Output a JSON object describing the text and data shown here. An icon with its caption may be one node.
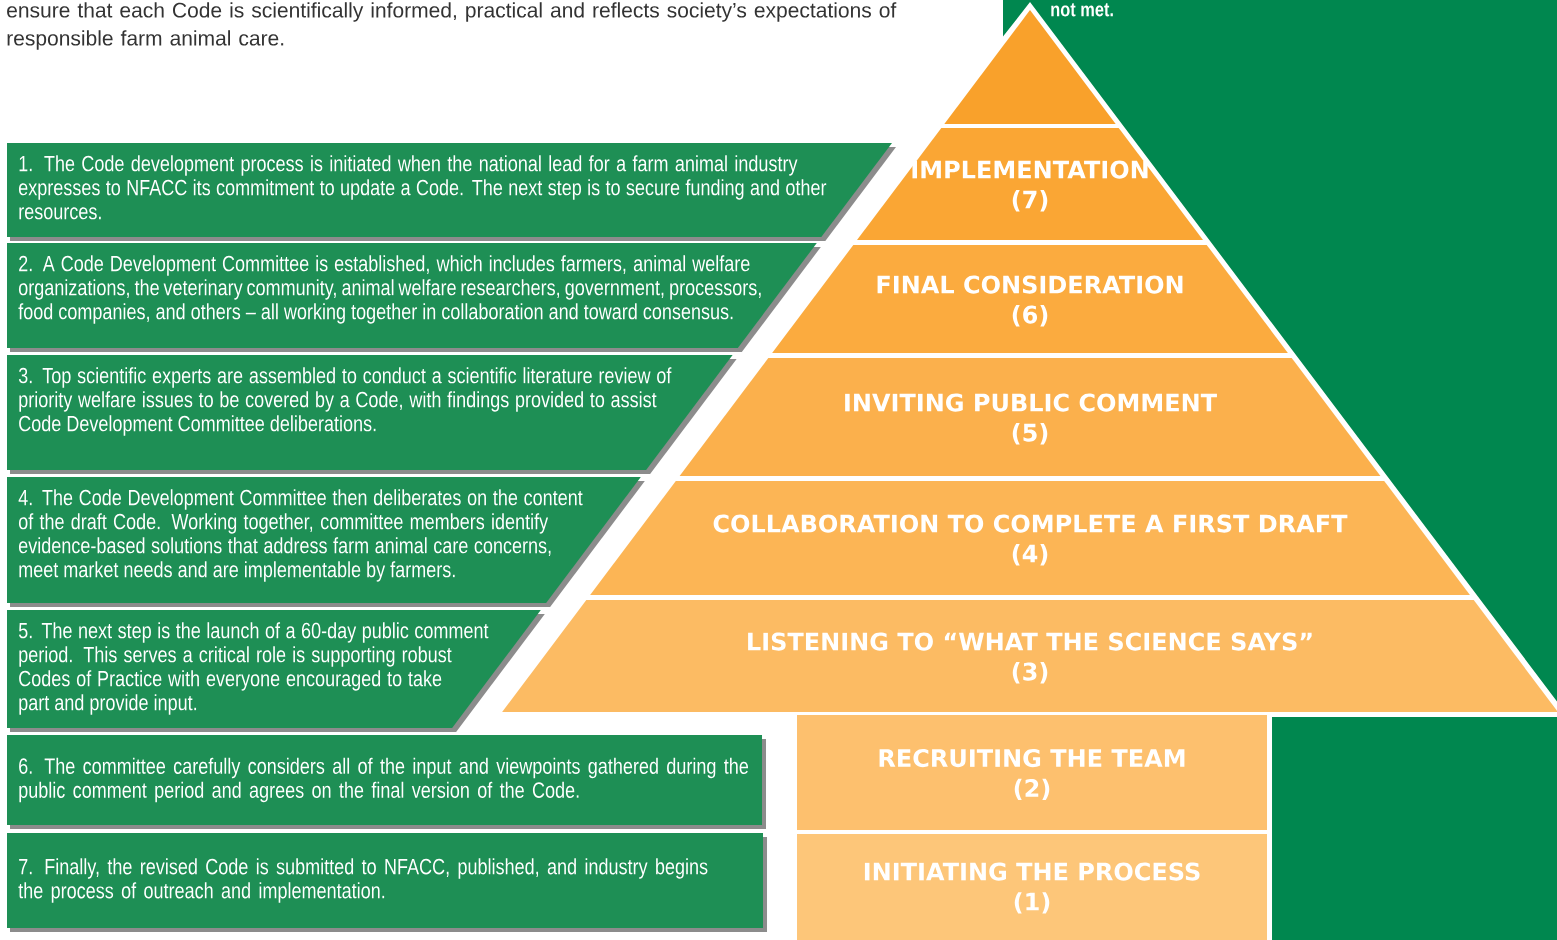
{
  "diagram": {
    "nodes": [
      {
        "text": [
          "not met."
        ]
      },
      {
        "text": [],
        "shape": "triangle"
      },
      {
        "text": [
          "IMPLEMENTATION",
          "(7)"
        ]
      },
      {
        "text": [
          "FINAL CONSIDERATION",
          "(6)"
        ]
      },
      {
        "text": [
          "INVITING PUBLIC COMMENT",
          "(5)"
        ]
      },
      {
        "text": [
          "COLLABORATION TO COMPLETE A FIRST DRAFT",
          "(4)"
        ]
      },
      {
        "text": [
          "LISTENING TO “WHAT THE SCIENCE SAYS”",
          "(3)"
        ]
      },
      {
        "text": [
          "RECRUITING THE TEAM",
          "(2)"
        ]
      },
      {
        "text": [
          "INITIATING THE PROCESS",
          "(1)"
        ]
      },
      {
        "text": [
          "1. The Code development process is initiated when the national lead for a farm animal industry expresses to NFACC its commitment to update a Code. The next step is to secure funding and other resources."
        ]
      },
      {
        "text": [
          "2. A Code Development Committee is established, which includes farmers, animal welfare organizations, the veterinary community, animal welfare researchers, government, processors, food companies, and others – all working together in collaboration and toward consensus."
        ]
      },
      {
        "text": [
          "3. Top scientific experts are assembled to conduct a scientific literature review of priority welfare issues to be covered by a Code, with findings provided to assist Code Development Committee deliberations."
        ]
      },
      {
        "text": [
          "4. The Code Development Committee then deliberates on the content of the draft Code. Working together, committee members identify evidence-based solutions that address farm animal care concerns, meet market needs and are implementable by farmers."
        ]
      },
      {
        "text": [
          "5. The next step is the launch of a 60-day public comment period. This serves a critical role is supporting robust Codes of Practice with everyone encouraged to take part and provide input."
        ]
      },
      {
        "text": [
          "6. The committee carefully considers all of the input and viewpoints gathered during the public comment period and agrees on the final version of the Code."
        ]
      },
      {
        "text": [
          "7. Finally, the revised Code is submitted to NFACC, published, and industry begins the process of outreach and implementation."
        ]
      }
    ],
    "labels": [
      "ensure that each Code is scientifically informed, practical and reflects society’s expectations of responsible farm animal care."
    ]
  }
}
